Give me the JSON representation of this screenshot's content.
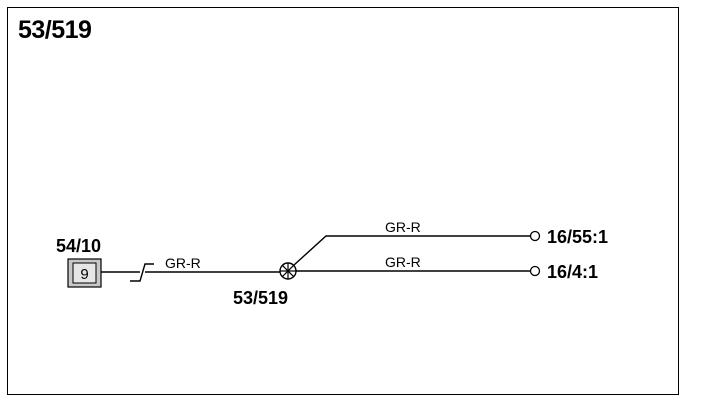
{
  "diagram": {
    "title": "53/519",
    "connector": {
      "label": "54/10",
      "pin": "9"
    },
    "splice": {
      "label": "53/519"
    },
    "wires": {
      "input_color": "GR-R",
      "upper_color": "GR-R",
      "lower_color": "GR-R"
    },
    "terminals": {
      "upper": "16/55:1",
      "lower": "16/4:1"
    }
  }
}
